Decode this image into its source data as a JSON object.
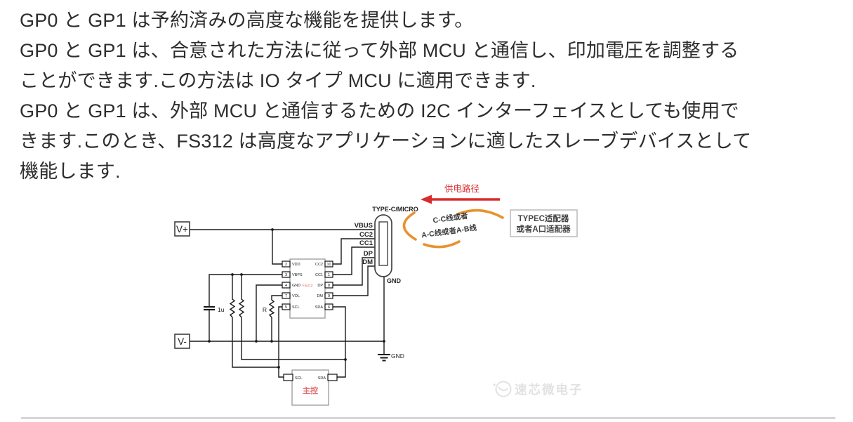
{
  "intro": {
    "lines": [
      "GP0 と GP1 は予約済みの高度な機能を提供します。",
      "GP0 と GP1 は、合意された方法に従って外部 MCU と通信し、印加電圧を調整する",
      "ことができます.この方法は IO タイプ MCU に適用できます.",
      "GP0 と GP1 は、外部 MCU と通信するための I2C インターフェイスとしても使用で",
      "きます.このとき、FS312 は高度なアプリケーションに適したスレーブデバイスとして",
      "機能します."
    ]
  },
  "schematic": {
    "power_path": {
      "label": "供电路径"
    },
    "connector": {
      "title": "TYPE-C/MICRO",
      "signals": [
        "VBUS",
        "CC2",
        "CC1",
        "DP",
        "DM"
      ],
      "gnd": "GND"
    },
    "ground": {
      "label": "GND"
    },
    "cable_note": {
      "line1": "C-C线或者",
      "line2": "A-C线或者A-B线"
    },
    "adapter": {
      "line1": "TYPEC适配器",
      "line2": "或者A口适配器"
    },
    "rails": {
      "vplus": "V+",
      "vminus": "V-"
    },
    "ic": {
      "name": "FS312",
      "left_pins": [
        {
          "num": "2",
          "label": "VDD"
        },
        {
          "num": "3",
          "label": "VBPS"
        },
        {
          "num": "4",
          "label": "GND"
        },
        {
          "num": "7",
          "label": "VOL"
        },
        {
          "num": "5",
          "label": "SCL"
        }
      ],
      "right_pins": [
        {
          "num": "10",
          "label": "CC2"
        },
        {
          "num": "1",
          "label": "CC1"
        },
        {
          "num": "8",
          "label": "DP"
        },
        {
          "num": "9",
          "label": "DM"
        },
        {
          "num": "6",
          "label": "SDA"
        }
      ]
    },
    "passives": {
      "cap": "1u",
      "res": "R"
    },
    "mcu": {
      "label": "主控",
      "scl": "SCL",
      "sda": "SDA"
    },
    "watermark": {
      "text": "速芯微电子"
    },
    "colors": {
      "red": "#d92b2b",
      "orange": "#e8922e",
      "wire": "#1a1a1a",
      "pink": "#e07070"
    }
  }
}
